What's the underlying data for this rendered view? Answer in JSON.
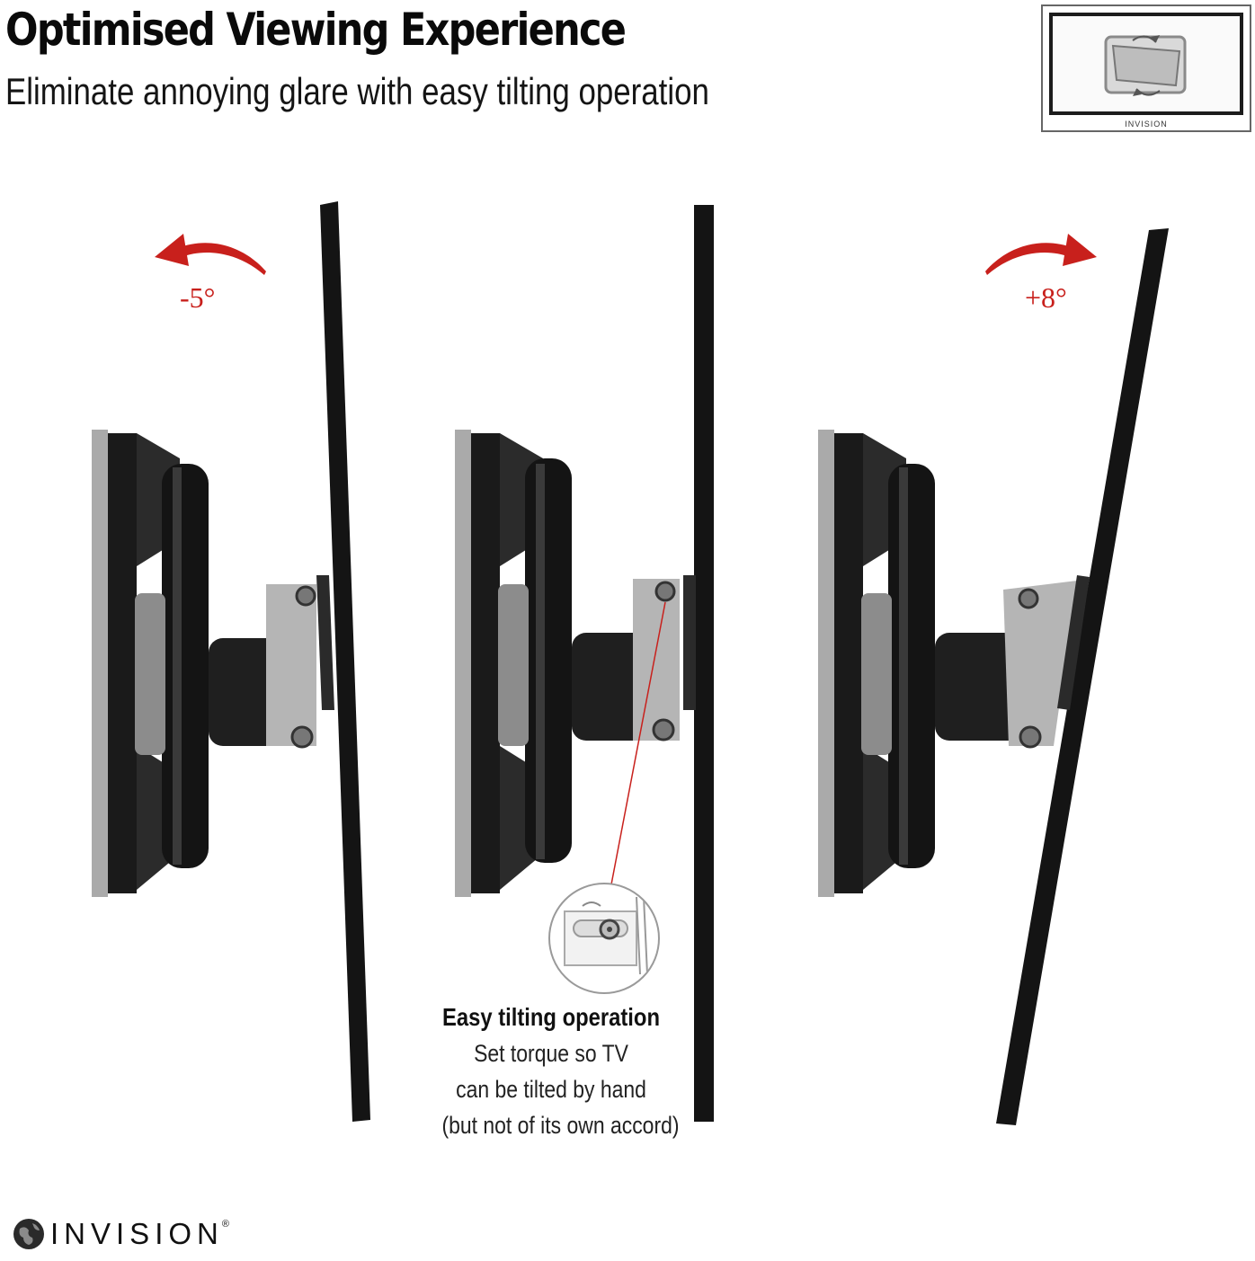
{
  "header": {
    "title": "Optimised Viewing Experience",
    "subtitle": "Eliminate annoying glare with easy tilting operation"
  },
  "tv_icon": {
    "brand": "INVISION",
    "icon": "rotate-screen-icon"
  },
  "tilt": {
    "left_label": "-5°",
    "right_label": "+8°",
    "left_arrow_icon": "curved-arrow-left-icon",
    "right_arrow_icon": "curved-arrow-right-icon",
    "arrow_color": "#c8201c"
  },
  "callout": {
    "title": "Easy  tilting operation",
    "lines": [
      "Set torque so TV",
      "can be tilted by hand",
      "(but not of its own accord)"
    ]
  },
  "logo": {
    "wordmark": "INVISION",
    "registered": "®",
    "icon": "globe-icon"
  }
}
